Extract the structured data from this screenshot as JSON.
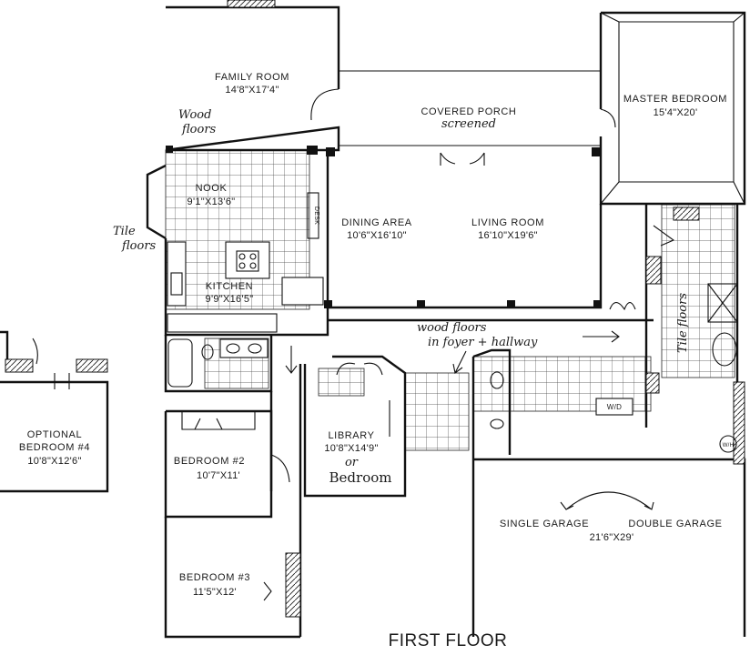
{
  "title": "FIRST FLOOR",
  "rooms": {
    "family": {
      "name": "FAMILY ROOM",
      "dims": "14'8\"X17'4\""
    },
    "porch": {
      "name": "COVERED PORCH",
      "note": "screened"
    },
    "master": {
      "name": "MASTER BEDROOM",
      "dims": "15'4\"X20'"
    },
    "nook": {
      "name": "NOOK",
      "dims": "9'1\"X13'6\""
    },
    "dining": {
      "name": "DINING AREA",
      "dims": "10'6\"X16'10\""
    },
    "living": {
      "name": "LIVING ROOM",
      "dims": "16'10\"X19'6\""
    },
    "kitchen": {
      "name": "KITCHEN",
      "dims": "9'9\"X16'5\""
    },
    "optional": {
      "name_line1": "OPTIONAL",
      "name_line2": "BEDROOM #4",
      "dims": "10'8\"X12'6\""
    },
    "bedroom2": {
      "name": "BEDROOM #2",
      "dims": "10'7\"X11'"
    },
    "library": {
      "name": "LIBRARY",
      "dims": "10'8\"X14'9\"",
      "or": "or",
      "alt": "Bedroom"
    },
    "garage": {
      "single": "SINGLE GARAGE",
      "double": "DOUBLE GARAGE",
      "dims": "21'6\"X29'"
    },
    "bedroom3": {
      "name": "BEDROOM #3",
      "dims": "11'5\"X12'"
    }
  },
  "notes": {
    "wood_family_1": "Wood",
    "wood_family_2": "floors",
    "tile_1": "Tile",
    "tile_2": "floors",
    "foyer_1": "wood floors",
    "foyer_2": "in foyer + hallway",
    "tile_bath": "Tile floors",
    "desk": "DESK",
    "wd": "W/D",
    "wh": "W/H"
  }
}
